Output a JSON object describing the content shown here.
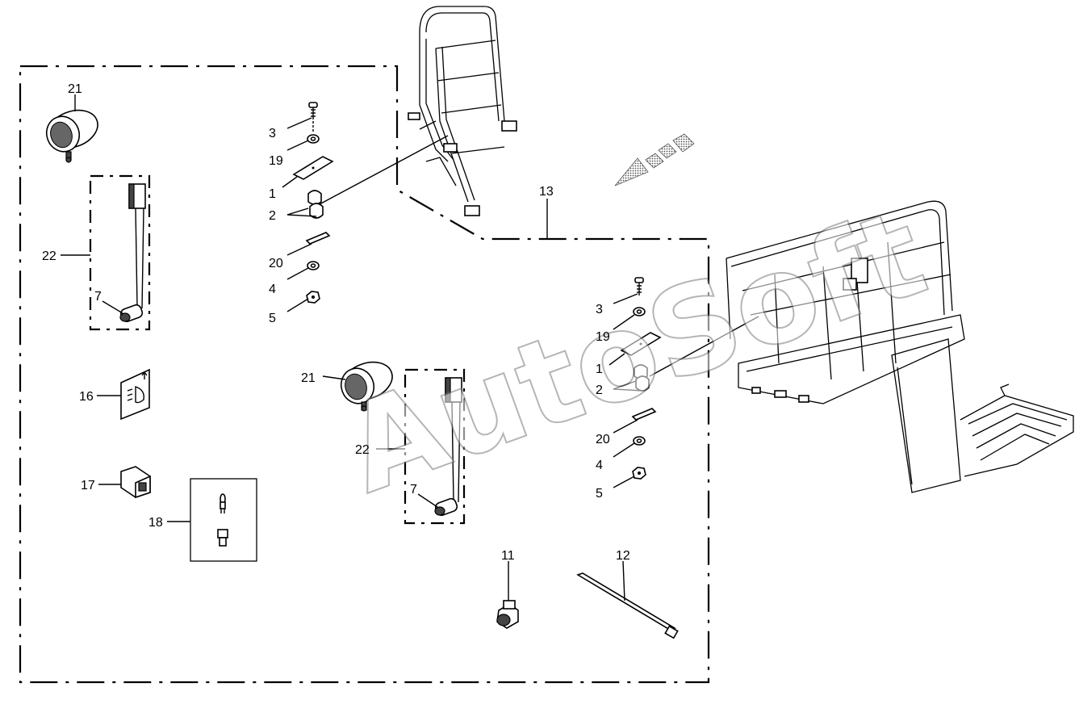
{
  "watermark": "AutoSoft",
  "callouts": {
    "c21a": "21",
    "c22a": "22",
    "c7a": "7",
    "c16": "16",
    "c17": "17",
    "c18": "18",
    "c3a": "3",
    "c19a": "19",
    "c1a": "1",
    "c2a": "2",
    "c20a": "20",
    "c4a": "4",
    "c5a": "5",
    "c13": "13",
    "c21b": "21",
    "c22b": "22",
    "c7b": "7",
    "c3b": "3",
    "c19b": "19",
    "c1b": "1",
    "c2b": "2",
    "c20b": "20",
    "c4b": "4",
    "c5b": "5",
    "c11": "11",
    "c12": "12"
  },
  "colors": {
    "line": "#000000",
    "watermark_outline": "#7a7a7a",
    "background": "#ffffff"
  }
}
